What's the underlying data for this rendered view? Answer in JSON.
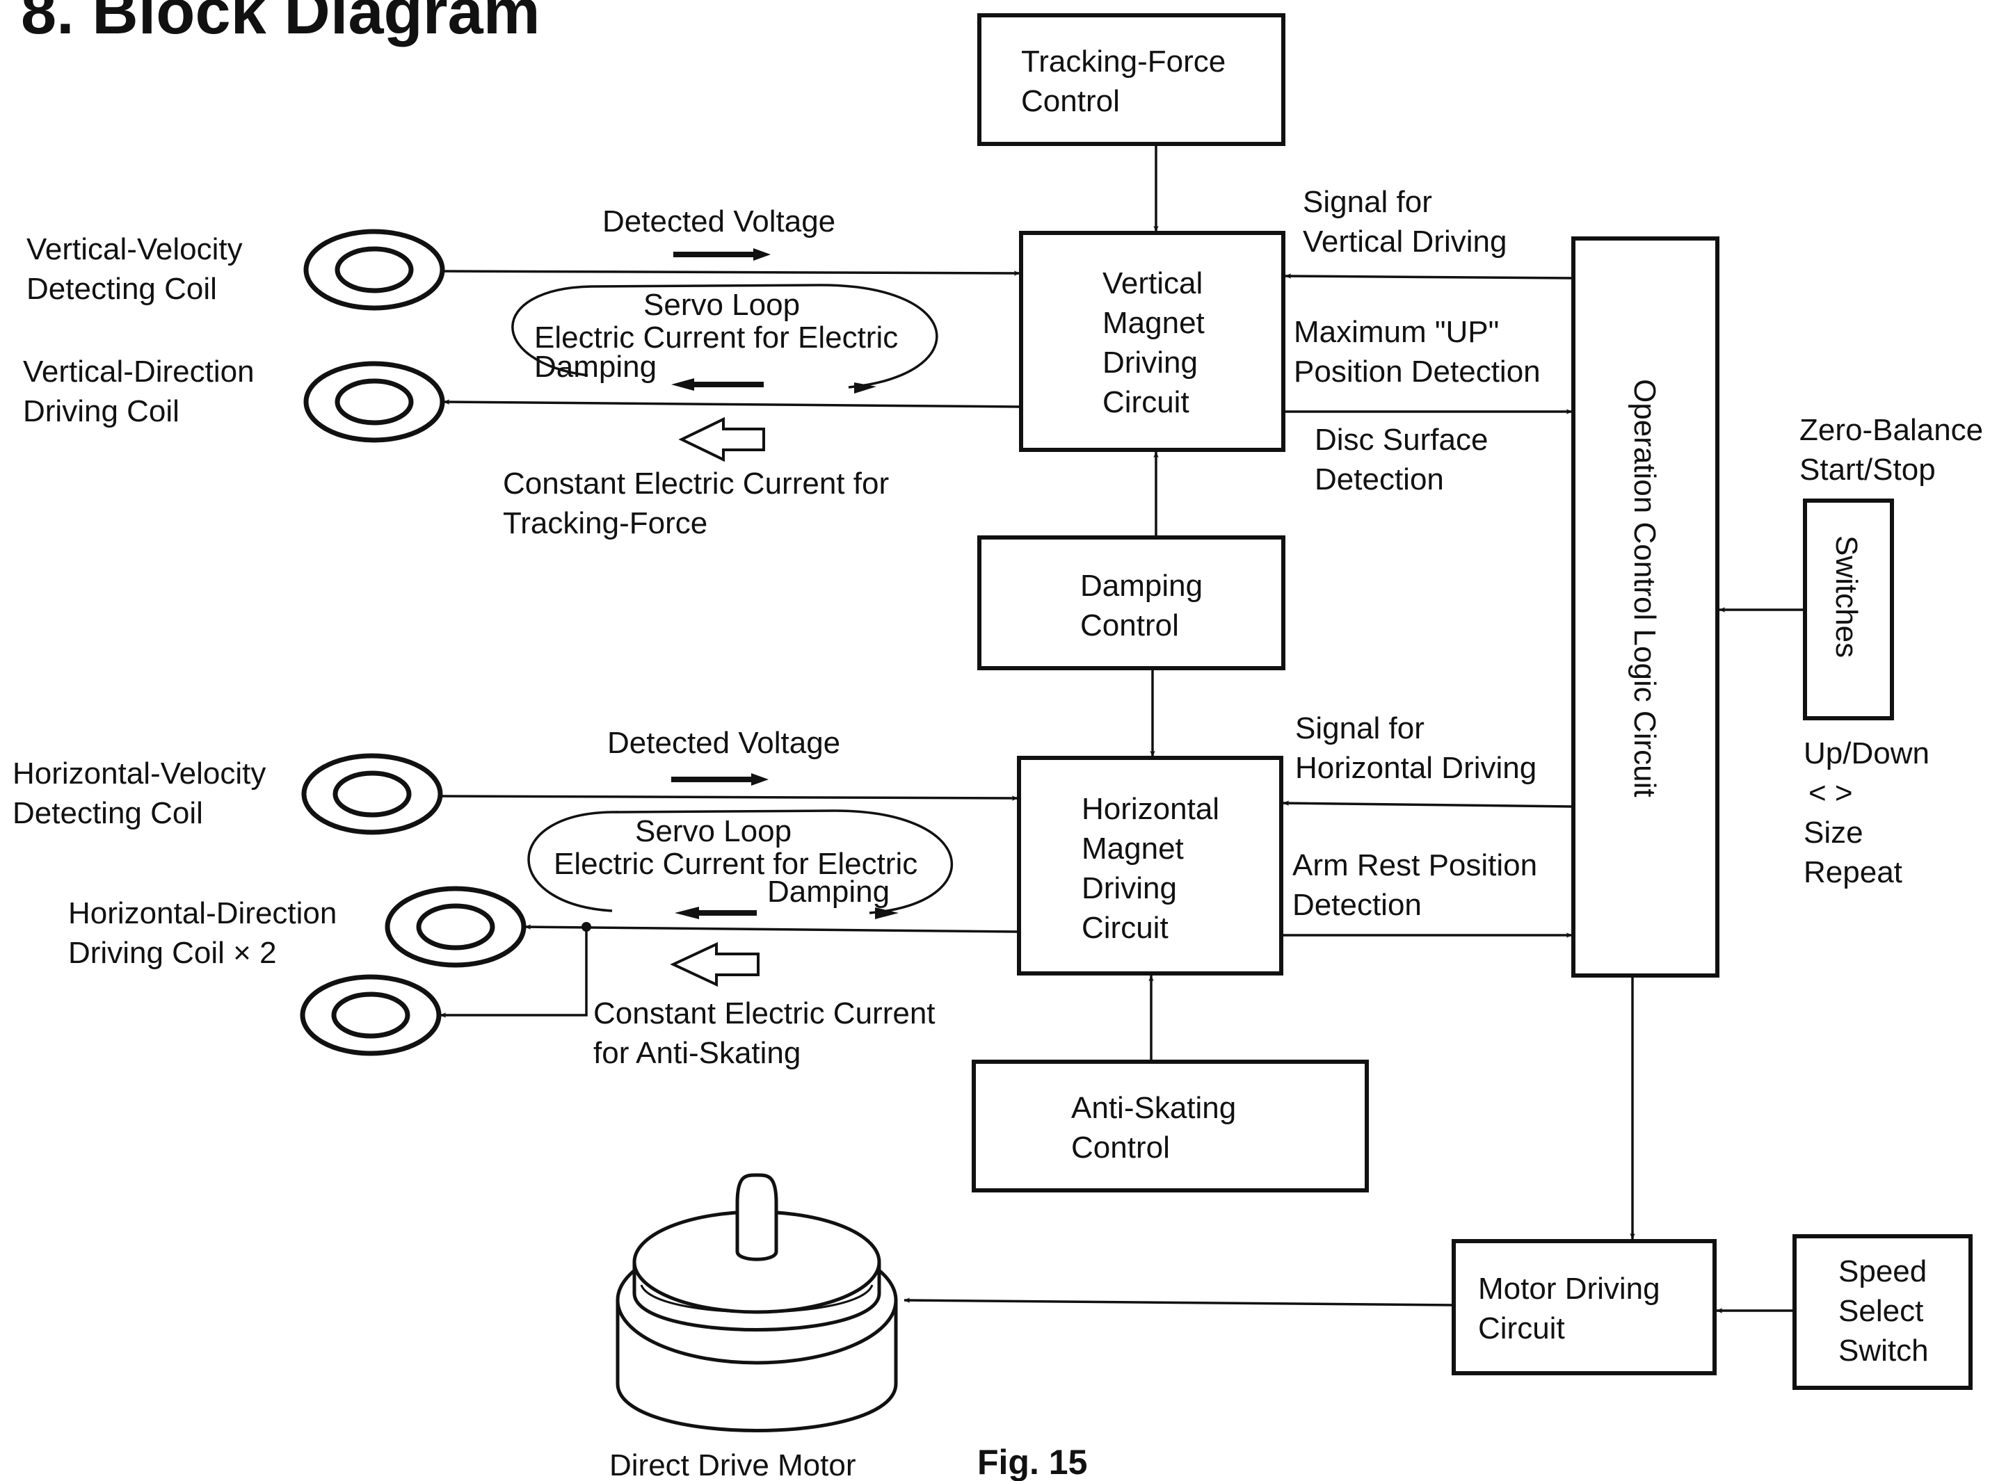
{
  "title": "8.  Block Diagram",
  "figure_label": "Fig. 15",
  "blocks": {
    "tracking_force": [
      "Tracking-Force",
      "Control"
    ],
    "vertical_magnet": [
      "Vertical",
      "Magnet",
      "Driving",
      "Circuit"
    ],
    "damping": [
      "Damping",
      "Control"
    ],
    "horizontal_magnet": [
      "Horizontal",
      "Magnet",
      "Driving",
      "Circuit"
    ],
    "anti_skating": [
      "Anti-Skating",
      "Control"
    ],
    "operation_logic": "Operation Control Logic Circuit",
    "switches": "Switches",
    "motor_driving": [
      "Motor Driving",
      "Circuit"
    ],
    "speed_select": [
      "Speed",
      "Select",
      "Switch"
    ]
  },
  "coils": {
    "vertical_velocity": [
      "Vertical-Velocity",
      "Detecting Coil"
    ],
    "vertical_direction": [
      "Vertical-Direction",
      "Driving Coil"
    ],
    "horizontal_velocity": [
      "Horizontal-Velocity",
      "Detecting Coil"
    ],
    "horizontal_direction": [
      "Horizontal-Direction",
      "Driving Coil × 2"
    ]
  },
  "signals": {
    "detected_voltage_v": "Detected Voltage",
    "servo_loop_v": [
      "Servo Loop",
      "Electric Current for Electric",
      "Damping"
    ],
    "constant_current_v": [
      "Constant Electric Current for",
      "Tracking-Force"
    ],
    "signal_vertical": [
      "Signal for",
      "Vertical Driving"
    ],
    "max_up": [
      "Maximum \"UP\"",
      "Position Detection"
    ],
    "disc_surface": [
      "Disc Surface",
      "Detection"
    ],
    "detected_voltage_h": "Detected Voltage",
    "servo_loop_h": [
      "Servo Loop",
      "Electric Current for Electric",
      "Damping"
    ],
    "constant_current_h": [
      "Constant Electric Current",
      "for Anti-Skating"
    ],
    "signal_horizontal": [
      "Signal for",
      "Horizontal Driving"
    ],
    "arm_rest": [
      "Arm Rest Position",
      "Detection"
    ]
  },
  "switch_labels": {
    "top": [
      "Zero-Balance",
      "Start/Stop"
    ],
    "bottom": [
      "Up/Down",
      "<   >",
      "Size",
      "Repeat"
    ]
  },
  "motor_label": "Direct Drive Motor"
}
